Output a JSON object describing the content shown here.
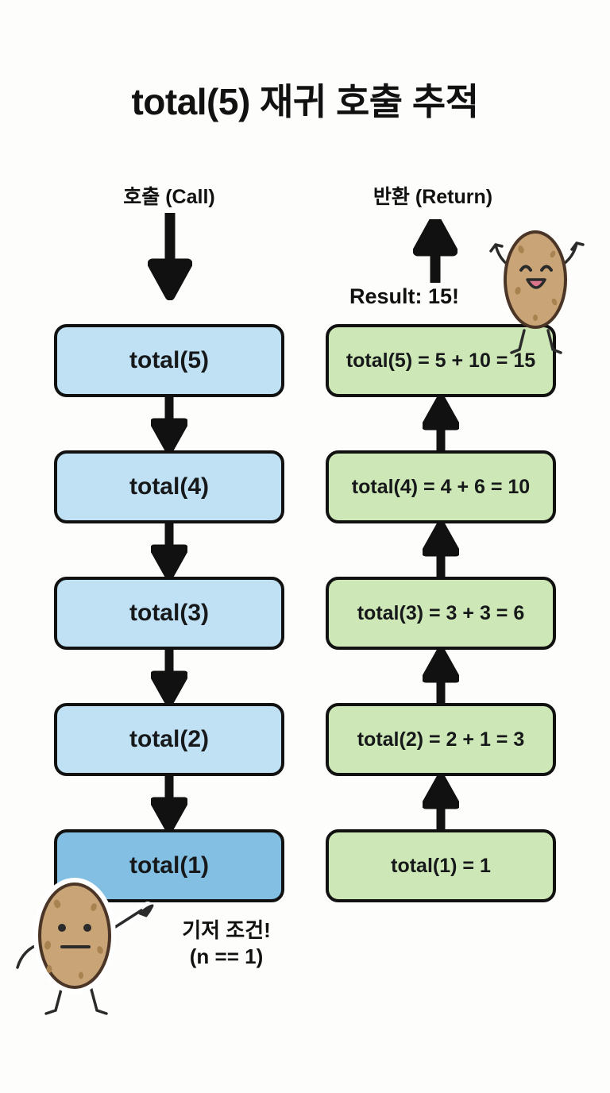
{
  "page": {
    "title": "total(5) 재귀 호출 추적",
    "background_color": "#fdfdfb"
  },
  "columns": {
    "left": {
      "header": "호출 (Call)",
      "arrow_icon": "arrow-down-icon",
      "color": "#bfe1f3",
      "base_color": "#82bfe3"
    },
    "right": {
      "header": "반환 (Return)",
      "arrow_icon": "arrow-up-icon",
      "color": "#cde8b6"
    }
  },
  "call_stack": [
    {
      "label": "total(5)"
    },
    {
      "label": "total(4)"
    },
    {
      "label": "total(3)"
    },
    {
      "label": "total(2)"
    },
    {
      "label": "total(1)"
    }
  ],
  "return_stack": [
    {
      "label": "total(5) = 5 + 10 = 15"
    },
    {
      "label": "total(4) = 4 + 6 = 10"
    },
    {
      "label": "total(3) = 3 + 3 = 6"
    },
    {
      "label": "total(2) = 2 + 1 = 3"
    },
    {
      "label": "total(1) = 1"
    }
  ],
  "annotations": {
    "result": "Result: 15!",
    "base_case_line1": "기저 조건!",
    "base_case_line2": "(n == 1)"
  },
  "characters": {
    "happy_potato": "potato-happy-character",
    "serious_potato": "potato-pointing-character",
    "body_color": "#c9a477",
    "outline_color": "#4a3526"
  },
  "chart_data": {
    "type": "diagram",
    "title": "total(5) 재귀 호출 추적",
    "flow": "recursion-call-and-return-trace",
    "call_sequence": [
      "total(5)",
      "total(4)",
      "total(3)",
      "total(2)",
      "total(1)"
    ],
    "return_sequence": [
      "total(1) = 1",
      "total(2) = 2 + 1 = 3",
      "total(3) = 3 + 3 = 6",
      "total(4) = 4 + 6 = 10",
      "total(5) = 5 + 10 = 15"
    ],
    "final_result": 15,
    "base_case": "n == 1"
  }
}
